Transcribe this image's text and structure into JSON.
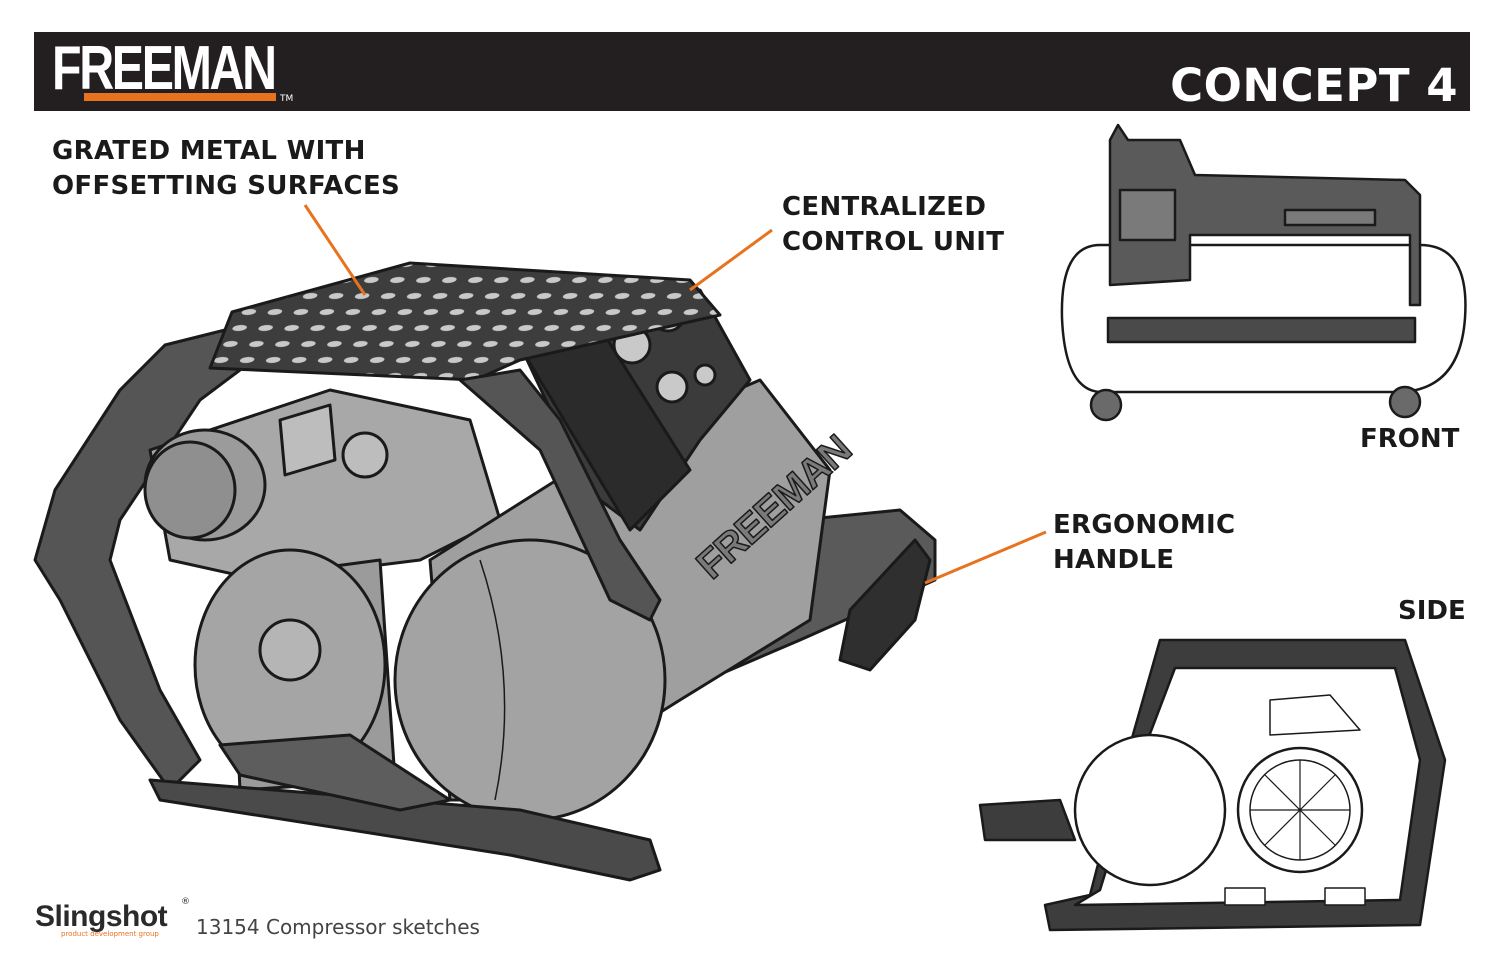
{
  "header": {
    "logo": "FREEMAN",
    "logo_tm": "TM",
    "title": "CONCEPT 4"
  },
  "callouts": {
    "grated_line1": "GRATED METAL WITH",
    "grated_line2": "OFFSETTING SURFACES",
    "control_line1": "CENTRALIZED",
    "control_line2": "CONTROL UNIT",
    "handle_line1": "ERGONOMIC",
    "handle_line2": "HANDLE"
  },
  "views": {
    "front": "FRONT",
    "side": "SIDE"
  },
  "product_brand": "FREEMAN",
  "footer": {
    "brand": "Slingshot",
    "brand_reg": "®",
    "brand_sub": "product development group",
    "project": "13154 Compressor sketches"
  },
  "colors": {
    "header_bg": "#231f20",
    "accent": "#e8731f",
    "sketch_gray": "#9b9b9b",
    "sketch_dark": "#3d3d3d"
  }
}
